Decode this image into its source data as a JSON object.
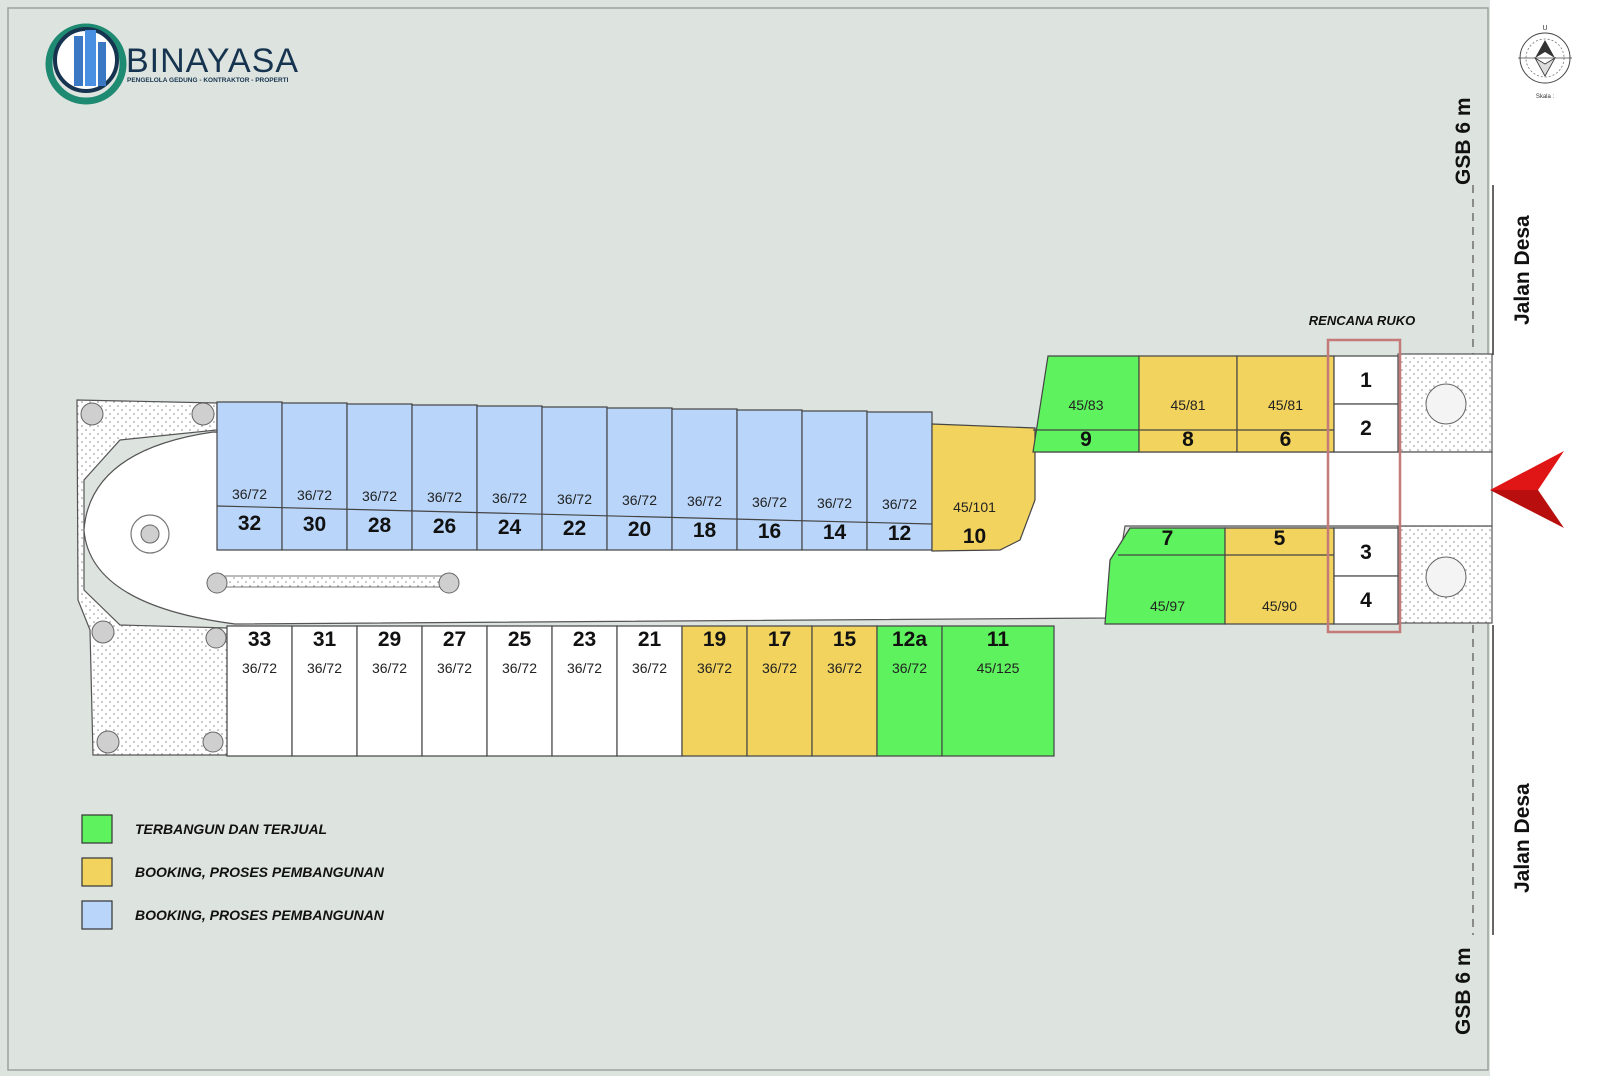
{
  "brand": {
    "name": "BINAYASA",
    "tagline": "PENGELOLA GEDUNG - KONTRAKTOR - PROPERTI"
  },
  "compass": {
    "north": "U",
    "scale_label": "Skala :"
  },
  "roads": {
    "left_top": "GSB 6 m",
    "right_top": "Jalan Desa",
    "right_bottom": "Jalan Desa",
    "left_bottom": "GSB 6 m"
  },
  "plan_label": "RENCANA RUKO",
  "legend": [
    {
      "color": "#5ef25e",
      "label": "TERBANGUN DAN TERJUAL"
    },
    {
      "color": "#f2d35e",
      "label": "BOOKING, PROSES PEMBANGUNAN"
    },
    {
      "color": "#b9d6fa",
      "label": "BOOKING, PROSES PEMBANGUNAN"
    }
  ],
  "colors": {
    "green": "#5ef25e",
    "yellow": "#f2d35e",
    "blue": "#b9d6fa",
    "white": "#ffffff",
    "ground": "#dde3de",
    "arrow": "#e01515",
    "ruko_outline": "#c47a78"
  },
  "lots_top_row": [
    {
      "number": "32",
      "size": "36/72",
      "status": "blue"
    },
    {
      "number": "30",
      "size": "36/72",
      "status": "blue"
    },
    {
      "number": "28",
      "size": "36/72",
      "status": "blue"
    },
    {
      "number": "26",
      "size": "36/72",
      "status": "blue"
    },
    {
      "number": "24",
      "size": "36/72",
      "status": "blue"
    },
    {
      "number": "22",
      "size": "36/72",
      "status": "blue"
    },
    {
      "number": "20",
      "size": "36/72",
      "status": "blue"
    },
    {
      "number": "18",
      "size": "36/72",
      "status": "blue"
    },
    {
      "number": "16",
      "size": "36/72",
      "status": "blue"
    },
    {
      "number": "14",
      "size": "36/72",
      "status": "blue"
    },
    {
      "number": "12",
      "size": "36/72",
      "status": "blue"
    },
    {
      "number": "10",
      "size": "45/101",
      "status": "yellow"
    }
  ],
  "lots_bottom_row": [
    {
      "number": "33",
      "size": "36/72",
      "status": "white"
    },
    {
      "number": "31",
      "size": "36/72",
      "status": "white"
    },
    {
      "number": "29",
      "size": "36/72",
      "status": "white"
    },
    {
      "number": "27",
      "size": "36/72",
      "status": "white"
    },
    {
      "number": "25",
      "size": "36/72",
      "status": "white"
    },
    {
      "number": "23",
      "size": "36/72",
      "status": "white"
    },
    {
      "number": "21",
      "size": "36/72",
      "status": "white"
    },
    {
      "number": "19",
      "size": "36/72",
      "status": "yellow"
    },
    {
      "number": "17",
      "size": "36/72",
      "status": "yellow"
    },
    {
      "number": "15",
      "size": "36/72",
      "status": "yellow"
    },
    {
      "number": "12a",
      "size": "36/72",
      "status": "green"
    },
    {
      "number": "11",
      "size": "45/125",
      "status": "green"
    }
  ],
  "lots_east_top": [
    {
      "number": "9",
      "size": "45/83",
      "status": "green"
    },
    {
      "number": "8",
      "size": "45/81",
      "status": "yellow"
    },
    {
      "number": "6",
      "size": "45/81",
      "status": "yellow"
    }
  ],
  "lots_east_bottom": [
    {
      "number": "7",
      "size": "45/97",
      "status": "green"
    },
    {
      "number": "5",
      "size": "45/90",
      "status": "yellow"
    }
  ],
  "ruko_units": [
    "1",
    "2",
    "3",
    "4"
  ]
}
